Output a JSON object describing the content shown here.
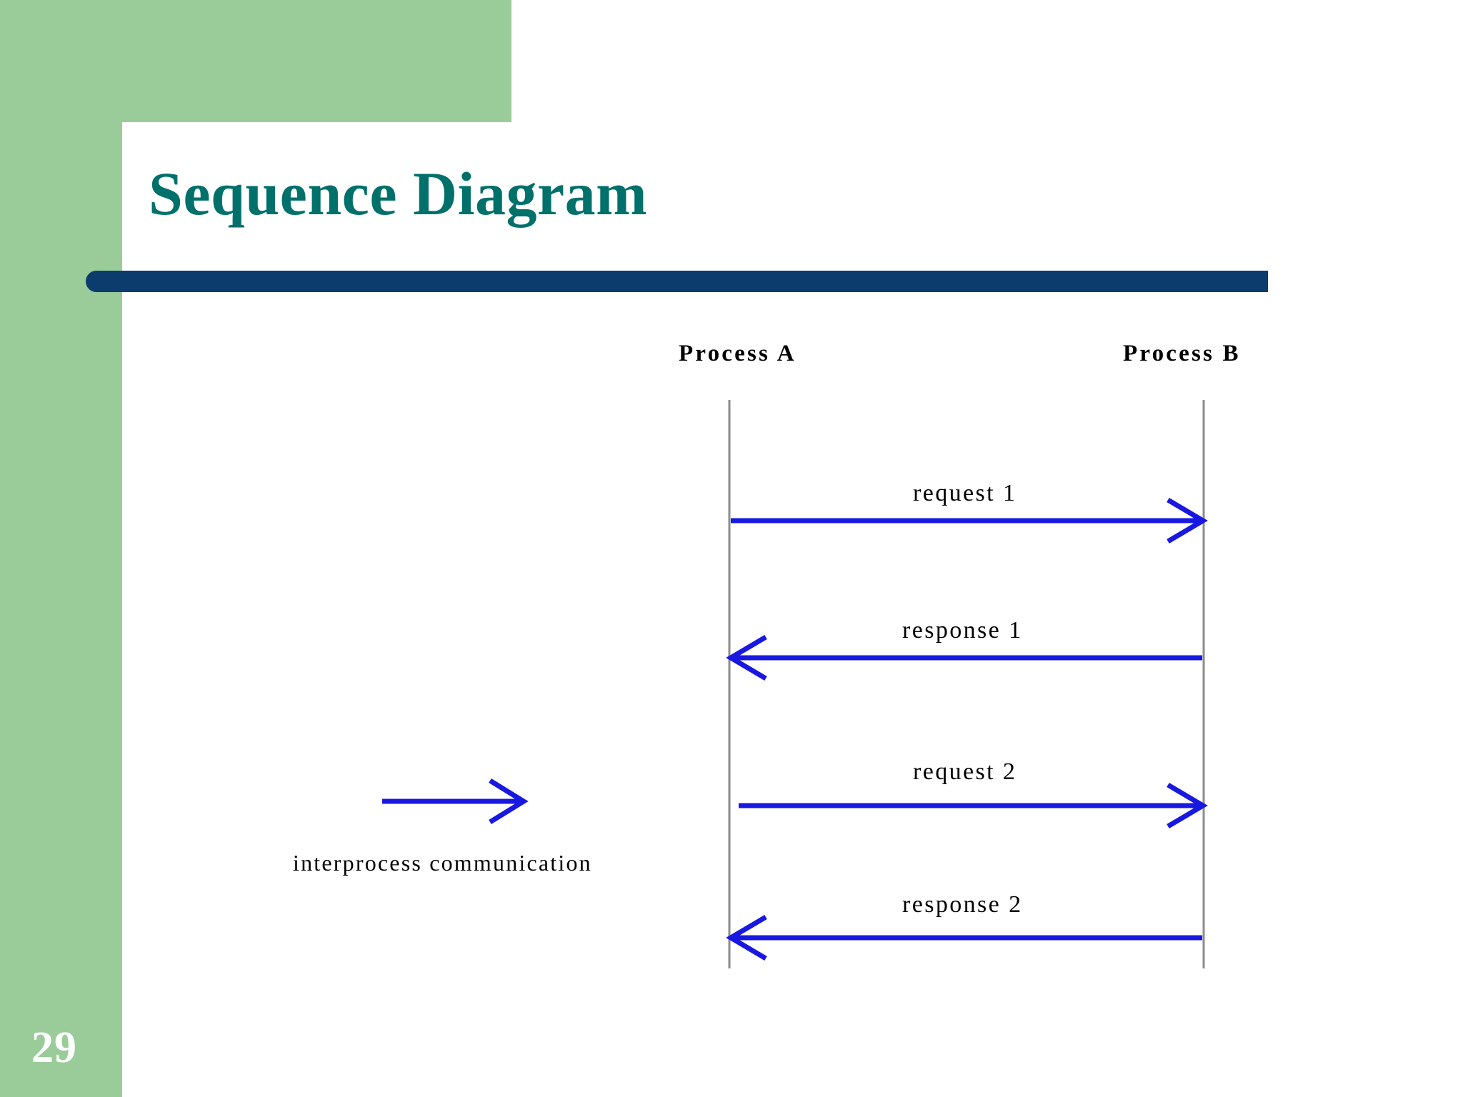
{
  "slide": {
    "title": "Sequence Diagram",
    "page_number": "29"
  },
  "theme": {
    "green": "#99CC99",
    "title_teal": "#00706B",
    "bar_navy": "#0C3C6E",
    "arrow_blue": "#1818E0",
    "lifeline_gray": "#8C8C8C",
    "background": "#FFFFFF"
  },
  "diagram": {
    "participants": [
      {
        "id": "process-a",
        "label": "Process A"
      },
      {
        "id": "process-b",
        "label": "Process B"
      }
    ],
    "messages": [
      {
        "id": "request-1",
        "label": "request 1",
        "from": "process-a",
        "to": "process-b",
        "direction": "right"
      },
      {
        "id": "response-1",
        "label": "response 1",
        "from": "process-b",
        "to": "process-a",
        "direction": "left"
      },
      {
        "id": "request-2",
        "label": "request 2",
        "from": "process-a",
        "to": "process-b",
        "direction": "right"
      },
      {
        "id": "response-2",
        "label": "response 2",
        "from": "process-b",
        "to": "process-a",
        "direction": "left"
      }
    ],
    "legend": {
      "label": "interprocess communication",
      "arrow_direction": "right"
    }
  }
}
